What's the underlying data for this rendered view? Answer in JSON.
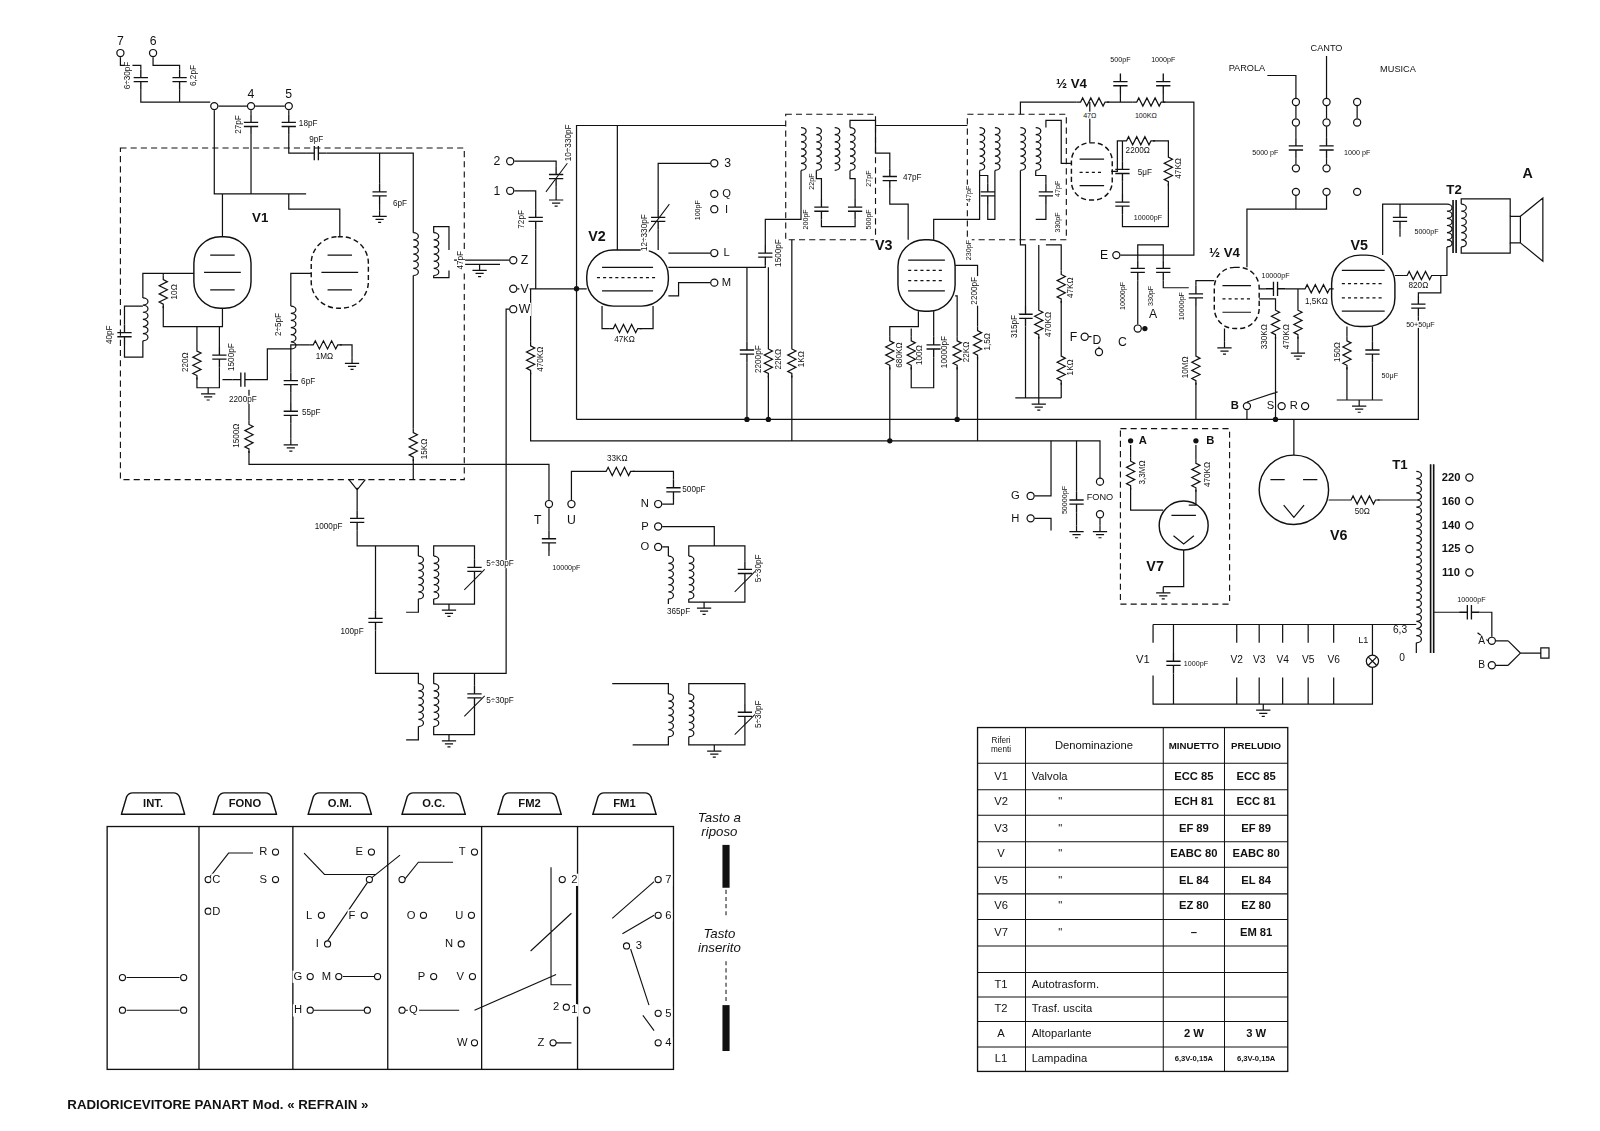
{
  "diagram": {
    "title": "RADIORICEVITORE PANART Mod. « REFRAIN »",
    "nodes": [
      {
        "text": [
          "INT."
        ]
      },
      {
        "text": [
          "FONO"
        ]
      },
      {
        "text": [
          "O.M."
        ]
      },
      {
        "text": [
          "O.C."
        ]
      },
      {
        "text": [
          "FM2"
        ]
      },
      {
        "text": [
          "FM1"
        ]
      }
    ],
    "labels": [
      "7",
      "6",
      "6÷30pF",
      "6,2pF",
      "4",
      "5",
      "27pF",
      "18pF",
      "9pF",
      "6pF",
      "V1",
      "10Ω",
      "220Ω",
      "1500pF",
      "40pF",
      "2÷5pF",
      "1MΩ",
      "6pF",
      "55pF",
      "2200pF",
      "1500Ω",
      "15KΩ",
      "47pF",
      "2",
      "1",
      "10÷330pF",
      "3",
      "12÷330pF",
      "V2",
      "Q",
      "I",
      "100pF",
      "L",
      "M",
      "Z",
      "V",
      "W",
      "72pF",
      "47KΩ",
      "470KΩ",
      "1500pF",
      "2200pF",
      "22KΩ",
      "1KΩ",
      "22pF",
      "200pF",
      "27pF",
      "500pF",
      "47pF",
      "V3",
      "680KΩ",
      "100Ω",
      "10000pF",
      "22KΩ",
      "1,5Ω",
      "2200pF",
      "½ V4",
      "500pF",
      "1000pF",
      "47Ω",
      "100KΩ",
      "47pF",
      "230pF",
      "47pF",
      "330pF",
      "2200Ω",
      "5μF",
      "47KΩ",
      "10000pF",
      "315pF",
      "470KΩ",
      "47KΩ",
      "E",
      "1KΩ",
      "F",
      "D",
      "C",
      "A",
      "10000pF",
      "330pF",
      "10000pF",
      "10MΩ",
      "½ V4",
      "330KΩ",
      "470KΩ",
      "10000pF",
      "1,5KΩ",
      "V5",
      "5000pF",
      "820Ω",
      "50+50μF",
      "150Ω",
      "50μF",
      "T2",
      "A",
      "PAROLA",
      "CANTO",
      "MUSICA",
      "5000 pF",
      "1000 pF",
      "B",
      "S",
      "R",
      "33KΩ",
      "500pF",
      "N",
      "P",
      "O",
      "T",
      "U",
      "10000pF",
      "5÷30pF",
      "365pF",
      "5÷30pF",
      "1000pF",
      "5÷30pF",
      "100pF",
      "5÷30pF",
      "G",
      "H",
      "FONO",
      "50000pF",
      "A",
      "B",
      "3,3MΩ",
      "470KΩ",
      "V7",
      "V6",
      "50Ω",
      "T1",
      "220",
      "160",
      "140",
      "125",
      "110",
      "6,3",
      "10000pF",
      "A",
      "B",
      "0",
      "V1",
      "1000pF",
      "V2",
      "V3",
      "V4",
      "V5",
      "V6",
      "L1",
      "R",
      "S",
      "C",
      "D",
      "E",
      "T",
      "L",
      "F",
      "O",
      "U",
      "I",
      "N",
      "G",
      "M",
      "P",
      "V",
      "H",
      "Q",
      "W",
      "2",
      "7",
      "6",
      "3",
      "2",
      "1",
      "5",
      "Z",
      "4",
      "Tasto a riposo",
      "Tasto inserito",
      "Riferi menti",
      "Denominazione",
      "MINUETTO",
      "PRELUDIO",
      "V1",
      "Valvola",
      "ECC 85",
      "ECC 85",
      "V2",
      "\"",
      "ECH 81",
      "ECC 81",
      "V3",
      "\"",
      "EF 89",
      "EF 89",
      "V",
      "\"",
      "EABC 80",
      "EABC 80",
      "V5",
      "\"",
      "EL 84",
      "EL 84",
      "V6",
      "\"",
      "EZ 80",
      "EZ 80",
      "V7",
      "\"",
      "–",
      "EM 81",
      "T1",
      "Autotrasform.",
      "T2",
      "Trasf. uscita",
      "A",
      "Altoparlante",
      "2 W",
      "3 W",
      "L1",
      "Lampadina",
      "6,3V-0,15A",
      "6,3V-0,15A"
    ]
  }
}
